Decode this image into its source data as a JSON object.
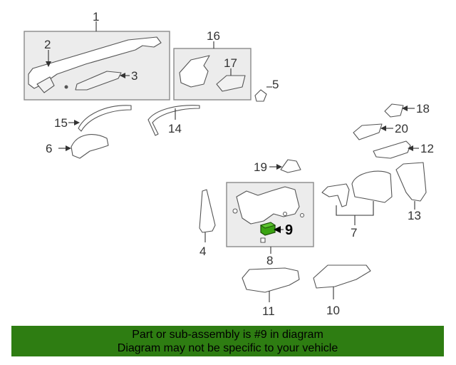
{
  "callouts": {
    "c1": "1",
    "c2": "2",
    "c3": "3",
    "c4": "4",
    "c5": "5",
    "c6": "6",
    "c7": "7",
    "c8": "8",
    "c9": "9",
    "c10": "10",
    "c11": "11",
    "c12": "12",
    "c13": "13",
    "c14": "14",
    "c15": "15",
    "c16": "16",
    "c17": "17",
    "c18": "18",
    "c19": "19",
    "c20": "20"
  },
  "highlight": {
    "part": "9",
    "color": "#3aa312"
  },
  "banner": {
    "line1": "Part or sub-assembly is #9 in diagram",
    "line2": "Diagram may not be specific to your vehicle",
    "color": "#2e7d12"
  }
}
